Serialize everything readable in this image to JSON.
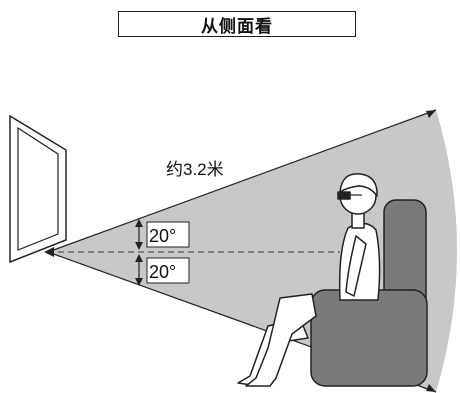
{
  "title": "从侧面看",
  "distance_label": "约3.2米",
  "angle_up_label": "20°",
  "angle_down_label": "20°",
  "colors": {
    "viewing_cone": "#c8c8c8",
    "chair": "#7a7a7a",
    "person_fill": "#ffffff",
    "outline": "#222222"
  }
}
